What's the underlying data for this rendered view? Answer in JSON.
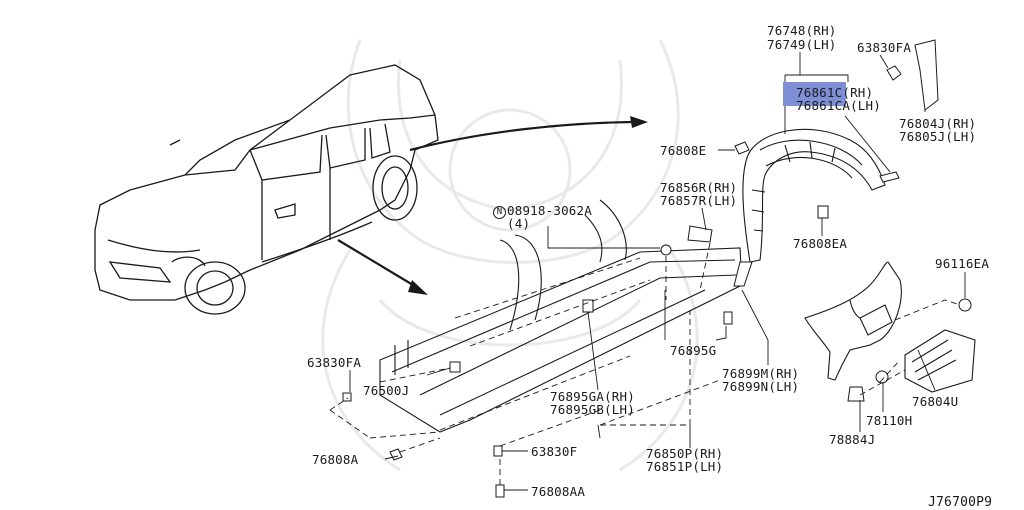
{
  "diagram_id": "J76700P9",
  "highlight_color": "#7f8fd6",
  "parts": {
    "p76748": "76748(RH)",
    "p76749": "76749(LH)",
    "p63830fa_top": "63830FA",
    "p76861c": "76861C",
    "p76861c_side": "(RH)",
    "p76861ca": "76861CA(LH)",
    "p76804j": "76804J(RH)",
    "p76805j": "76805J(LH)",
    "p76808e": "76808E",
    "p76856r": "76856R(RH)",
    "p76857r": "76857R(LH)",
    "p08918_mark": "N",
    "p08918": "08918-3062A",
    "p08918_qty": "(4)",
    "p76808ea": "76808EA",
    "p96116ea": "96116EA",
    "p76895g": "76895G",
    "p63830fa_left": "63830FA",
    "p76500j": "76500J",
    "p76899m": "76899M(RH)",
    "p76899n": "76899N(LH)",
    "p76895ga": "76895GA(RH)",
    "p76895gb": "76895GB(LH)",
    "p78110h": "78110H",
    "p76804u": "76804U",
    "p78884j": "78884J",
    "p76808a": "76808A",
    "p63830f": "63830F",
    "p76850p": "76850P(RH)",
    "p76851p": "76851P(LH)",
    "p76808aa": "76808AA"
  }
}
